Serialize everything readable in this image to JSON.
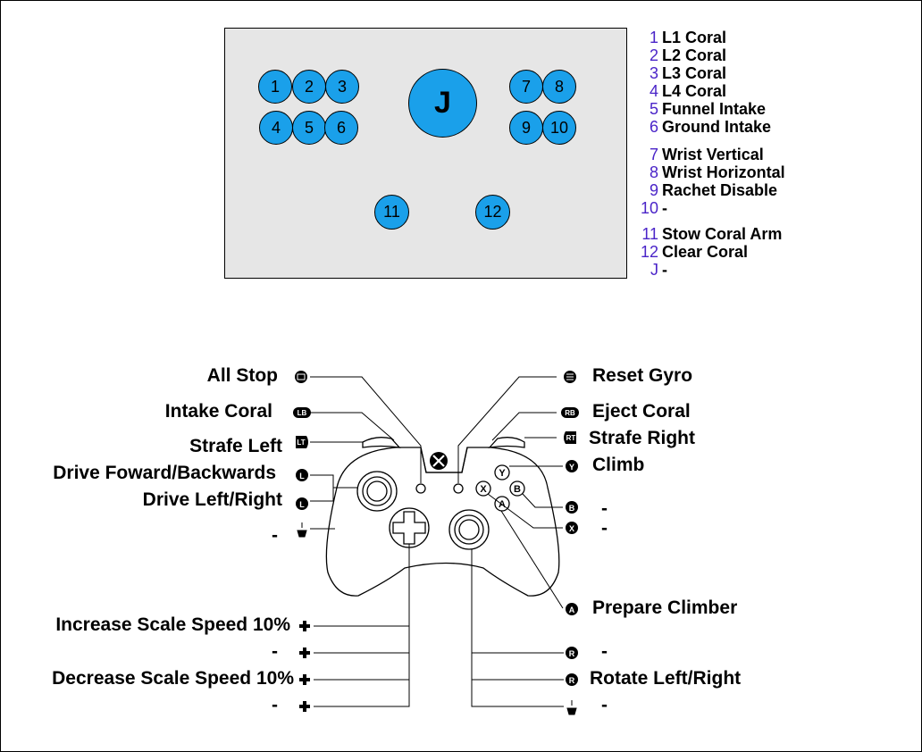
{
  "panel": {
    "buttons": [
      {
        "id": "1"
      },
      {
        "id": "2"
      },
      {
        "id": "3"
      },
      {
        "id": "4"
      },
      {
        "id": "5"
      },
      {
        "id": "6"
      },
      {
        "id": "7"
      },
      {
        "id": "8"
      },
      {
        "id": "9"
      },
      {
        "id": "10"
      },
      {
        "id": "11"
      },
      {
        "id": "12"
      },
      {
        "id": "J"
      }
    ]
  },
  "legend": [
    {
      "num": "1",
      "text": "L1 Coral"
    },
    {
      "num": "2",
      "text": "L2 Coral"
    },
    {
      "num": "3",
      "text": "L3 Coral"
    },
    {
      "num": "4",
      "text": "L4 Coral"
    },
    {
      "num": "5",
      "text": "Funnel Intake"
    },
    {
      "num": "6",
      "text": "Ground Intake"
    },
    {
      "num": "7",
      "text": "Wrist Vertical"
    },
    {
      "num": "8",
      "text": "Wrist Horizontal"
    },
    {
      "num": "9",
      "text": "Rachet Disable"
    },
    {
      "num": "10",
      "text": "-"
    },
    {
      "num": "11",
      "text": "Stow Coral Arm"
    },
    {
      "num": "12",
      "text": "Clear Coral"
    },
    {
      "num": "J",
      "text": "-"
    }
  ],
  "controller": {
    "left_labels": {
      "view": "All Stop",
      "lb": "Intake Coral",
      "lt": "Strafe Left",
      "ls_vertical": "Drive Foward/Backwards",
      "ls_horizontal": "Drive Left/Right",
      "ls_click": "-",
      "dpad_up": "Increase Scale Speed 10%",
      "dpad_right": "-",
      "dpad_down": "Decrease Scale Speed 10%",
      "dpad_left": "-"
    },
    "right_labels": {
      "menu": "Reset Gyro",
      "rb": "Eject Coral",
      "rt": "Strafe Right",
      "y": "Climb",
      "b": "-",
      "x": "-",
      "a": "Prepare Climber",
      "rs_vertical": "-",
      "rs_horizontal": "Rotate Left/Right",
      "rs_click": "-"
    },
    "glyphs": {
      "lb": "LB",
      "rb": "RB",
      "lt": "LT",
      "rt": "RT",
      "y": "Y",
      "b": "B",
      "x": "X",
      "a": "A",
      "l": "L",
      "r": "R"
    }
  },
  "colors": {
    "panel_bg": "#e6e6e6",
    "button_fill": "#1aa0ea",
    "legend_number": "#4a24c8"
  }
}
